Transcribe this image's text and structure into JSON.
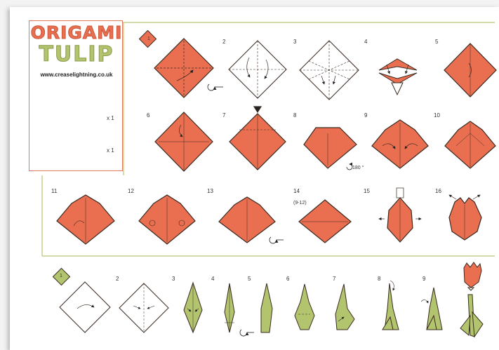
{
  "title": {
    "line1": "ORIGAMI",
    "line2": "TULIP",
    "url": "www.creaselightning.co.uk"
  },
  "materials": [
    {
      "color": "#e96f50",
      "qty": "x 1"
    },
    {
      "color": "#b3c46e",
      "qty": "x 1"
    }
  ],
  "colors": {
    "flower": "#e96f50",
    "stem": "#b3c46e",
    "frame": "#c5cf8e",
    "outline": "#3a2a22"
  },
  "flower_steps": [
    "1",
    "2",
    "3",
    "4",
    "5",
    "6",
    "7",
    "8",
    "9",
    "10",
    "11",
    "12",
    "13",
    "14",
    "15",
    "16"
  ],
  "flower_notes": {
    "rotate": "180 °",
    "repeat": "(9-12)"
  },
  "stem_steps": [
    "1",
    "2",
    "3",
    "4",
    "5",
    "6",
    "7",
    "8",
    "9"
  ],
  "icons": [
    "turn-over-icon",
    "rotate-icon",
    "mountain-fold-arrow-icon",
    "valley-fold-arrow-icon",
    "pleat-icon"
  ]
}
